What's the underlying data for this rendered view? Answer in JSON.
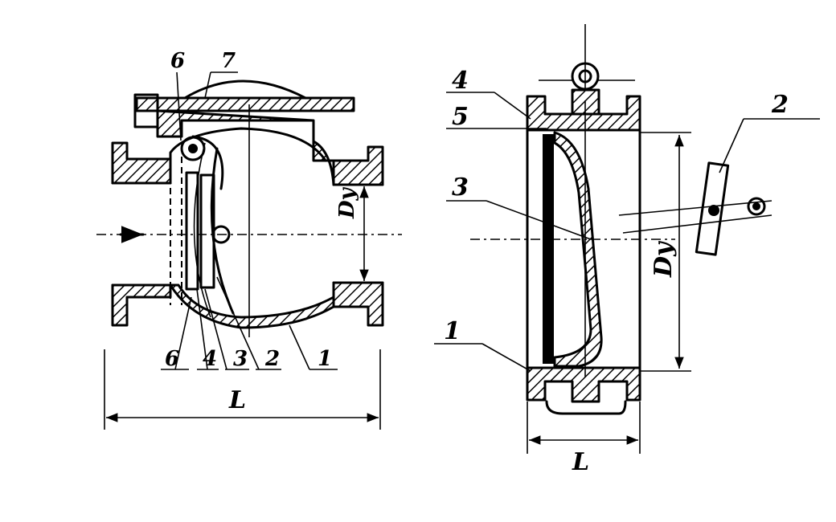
{
  "left_view": {
    "callouts": {
      "top_6": "6",
      "top_7": "7",
      "bottom_6": "6",
      "bottom_4": "4",
      "bottom_3": "3",
      "bottom_2": "2",
      "bottom_1": "1"
    },
    "dimension_dy": "Dy",
    "dimension_length": "L"
  },
  "right_view": {
    "callouts": {
      "c4": "4",
      "c5": "5",
      "c3": "3",
      "c1": "1",
      "c2": "2"
    },
    "dimension_dy": "Dy",
    "dimension_length": "L"
  }
}
